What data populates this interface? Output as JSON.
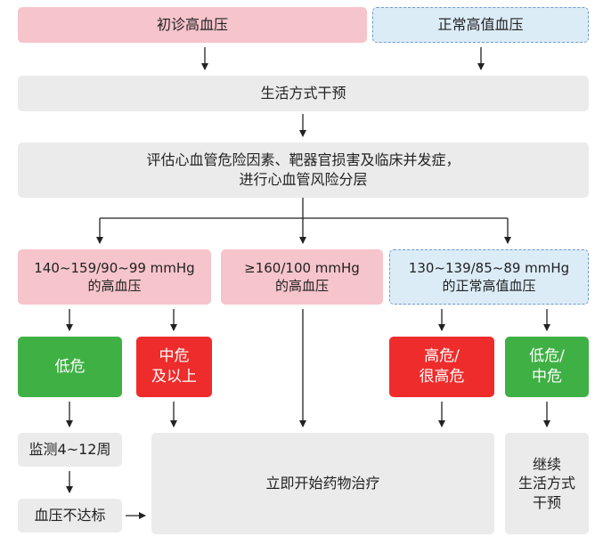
{
  "colors": {
    "gray_box": "#ebebeb",
    "pink_box": "#f6c4cb",
    "blue_box": "#dcecf7",
    "blue_border": "#6f9cc8",
    "green_box": "#3fb044",
    "red_box": "#ee2c2c",
    "arrow": "#222222"
  },
  "nodes": {
    "initial_hypertension": "初诊高血压",
    "high_normal_bp": "正常高值血压",
    "lifestyle_intervention": "生活方式干预",
    "assessment": [
      "评估心血管危险因素、靶器官损害及临床并发症，",
      "进行心血管风险分层"
    ],
    "grade1": [
      "140~159/90~99 mmHg",
      "的高血压"
    ],
    "grade2": [
      "≥160/100 mmHg",
      "的高血压"
    ],
    "grade_high_normal": [
      "130~139/85~89 mmHg",
      "的正常高值血压"
    ],
    "low_risk": "低危",
    "mid_risk_above": [
      "中危",
      "及以上"
    ],
    "high_very_high_risk": [
      "高危/",
      "很高危"
    ],
    "low_mid_risk": [
      "低危/",
      "中危"
    ],
    "monitor": "监测4~12周",
    "bp_not_controlled": "血压不达标",
    "start_drug_therapy": "立即开始药物治疗",
    "continue_lifestyle": [
      "继续",
      "生活方式",
      "干预"
    ]
  }
}
